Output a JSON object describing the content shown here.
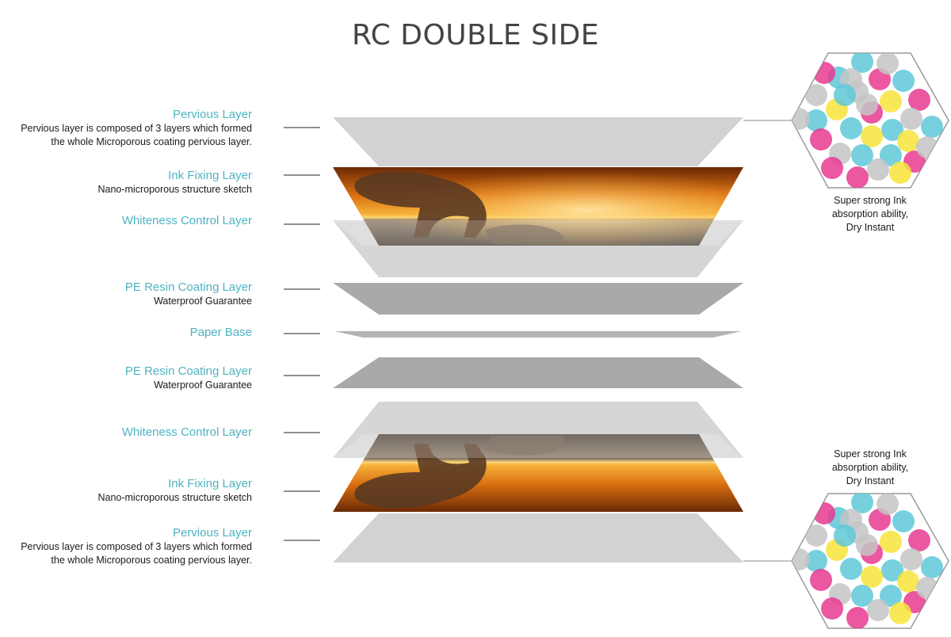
{
  "title": "RC DOUBLE SIDE",
  "layers": [
    {
      "name": "Pervious Layer",
      "desc": [
        "Pervious layer is composed of 3 layers which formed",
        "the whole Microporous coating pervious layer."
      ]
    },
    {
      "name": "Ink Fixing Layer",
      "desc": [
        "Nano-microporous structure sketch"
      ]
    },
    {
      "name": "Whiteness Control Layer",
      "desc": []
    },
    {
      "name": "PE Resin Coating Layer",
      "desc": [
        "Waterproof Guarantee"
      ]
    },
    {
      "name": "Paper Base",
      "desc": []
    },
    {
      "name": "PE Resin Coating Layer",
      "desc": [
        "Waterproof Guarantee"
      ]
    },
    {
      "name": "Whiteness Control Layer",
      "desc": []
    },
    {
      "name": "Ink Fixing Layer",
      "desc": [
        "Nano-microporous structure sketch"
      ]
    },
    {
      "name": "Pervious Layer",
      "desc": [
        "Pervious layer is composed of 3 layers which formed",
        "the whole Microporous coating pervious layer."
      ]
    }
  ],
  "callouts": {
    "top": [
      "Super strong Ink",
      "absorption ability,",
      "Dry Instant"
    ],
    "bottom": [
      "Super strong Ink",
      "absorption ability,",
      "Dry Instant"
    ]
  },
  "colors": {
    "label_accent": "#4fb3c3",
    "layer_light": "#d2d2d2",
    "layer_dark": "#a8a8a8",
    "dot_cyan": "#5ec8d8",
    "dot_magenta": "#e8398f",
    "dot_yellow": "#f7e43a",
    "dot_grey": "#c4c4c4"
  }
}
